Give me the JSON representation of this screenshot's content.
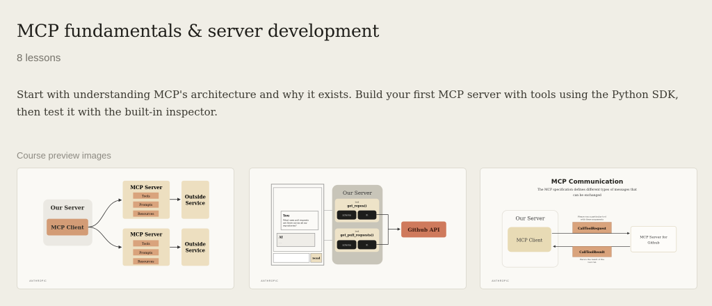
{
  "course": {
    "title": "MCP fundamentals & server development",
    "lesson_count": "8 lessons",
    "description": "Start with understanding MCP's architecture and why it exists. Build your first MCP server with tools using the Python SDK, then test it with the built-in inspector."
  },
  "preview": {
    "label": "Course preview images",
    "watermark": "ANTHROPIC",
    "image1": {
      "our_server": "Our Server",
      "mcp_client": "MCP Client",
      "mcp_server": "MCP Server",
      "items": [
        "Tools",
        "Prompts",
        "Resources"
      ],
      "outside_service_1": "Outside",
      "outside_service_2": "Service"
    },
    "image2": {
      "our_server": "Our Server",
      "tool_tag": "tool",
      "tool1": "get_repos()",
      "tool2": "get_pull_requests()",
      "schema": "schema",
      "fn": "fn",
      "you": "You",
      "question": [
        "What open pull requests",
        "are there across all my",
        "repositories?"
      ],
      "ai": "AI",
      "ai_text": "...",
      "send": "Send",
      "github_api": "Github API"
    },
    "image3": {
      "title": "MCP Communication",
      "subtitle_1": "The MCP specification defines different types of messages that",
      "subtitle_2": "can be exchanged",
      "our_server": "Our Server",
      "mcp_client": "MCP Client",
      "request_note_1": "Please run a particular tool",
      "request_note_2": "with these arguments",
      "request": "CallToolRequest",
      "result": "CallToolResult",
      "result_note_1": "Here's the result of the",
      "result_note_2": "tool run",
      "server_1": "MCP Server for",
      "server_2": "Github"
    }
  }
}
